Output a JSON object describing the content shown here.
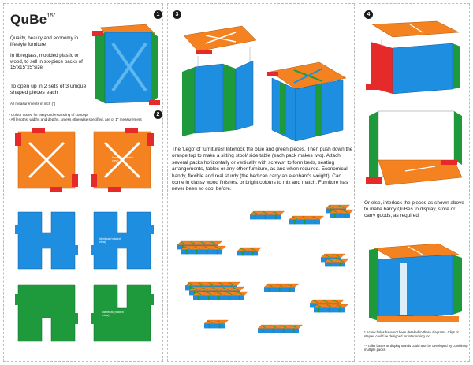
{
  "brand": {
    "name": "QuBe",
    "size_mark": "15\""
  },
  "intro": {
    "tagline": "Quality, beauty and economy in lifestyle furniture",
    "materials": "In fibreglass, moulded plastic or wood, to sell in six-piece packs of 15\"x15\"x5\"size",
    "open_up": "To open up in 2 sets of 3 unique shaped pieces each",
    "measure_note": "All measurements in inch (\")"
  },
  "notes": {
    "line1": "• Colour coded for easy understanding of concept",
    "line2": "• All lengths, widths and depths, unless otherwise specified, are of 1\" measurement"
  },
  "identical_label": "Identical (rotated view)",
  "section3": {
    "description": "The 'Lego' of furnitures! Interlock the blue and green pieces. Then push down the orange top to make a sitting stool/ side table (each pack makes two). Attach several packs horizontally or vertically with screws* to form beds, seating arrangements, tables or any other furniture, as and when required. Economical, handy, flexible and real sturdy (the bed can carry an elephant's weight). Can come in classy wood finishes, or bright colours to mix and match. Furniture has never been so cool before."
  },
  "section4": {
    "description": "Or else, interlock the pieces as shown above to make hardy QuBes to display, store or carry goods, as required.",
    "footnote1": "* Screw holes have not been detailed in these diagrams. Clips or staples could be designed for interlocking too.",
    "footnote2": "** Taller boxes or display stands could also be developed by combining multiple packs."
  },
  "steps": [
    "1",
    "2",
    "3",
    "4"
  ],
  "colors": {
    "orange": "#f58220",
    "blue": "#1e8fe0",
    "green": "#1e9a3c",
    "red": "#e62a2a",
    "white": "#ffffff",
    "dark": "#1a1a1a"
  }
}
